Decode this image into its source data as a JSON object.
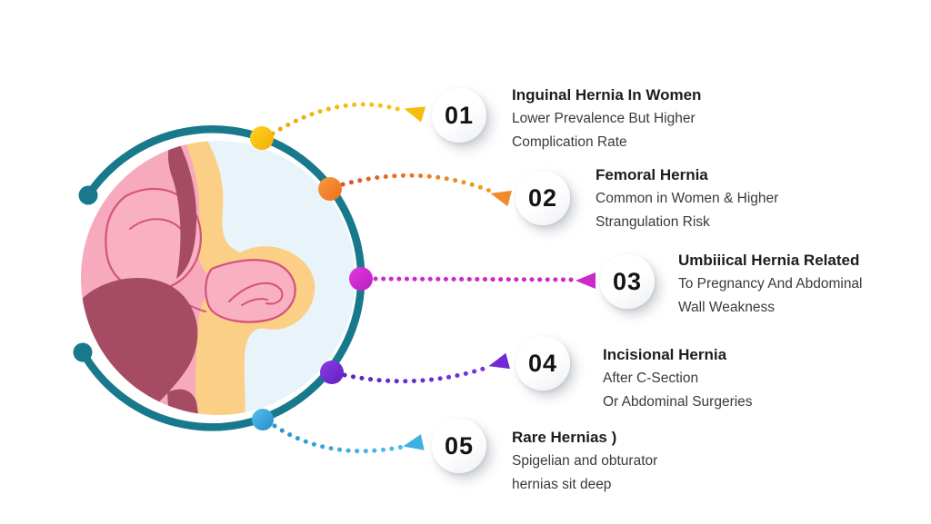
{
  "infographic": {
    "type": "numbered-step-diagram",
    "topic": "Hernia types in women",
    "items": [
      {
        "number": "01",
        "title": "Inguinal Hernia In Women",
        "description_lines": [
          "Lower Prevalence But Higher",
          "Complication Rate"
        ],
        "accent_color": "#f6bd0e"
      },
      {
        "number": "02",
        "title": "Femoral Hernia",
        "description_lines": [
          "Common in Women & Higher",
          "Strangulation Risk"
        ],
        "accent_color": "#f18a2b"
      },
      {
        "number": "03",
        "title": "Umbiiical Hernia Related",
        "description_lines": [
          "To Pregnancy And Abdominal",
          "Wall Weakness"
        ],
        "accent_color": "#ca2bc7"
      },
      {
        "number": "04",
        "title": "Incisional Hernia",
        "description_lines": [
          "After C-Section",
          "Or Abdominal Surgeries"
        ],
        "accent_color": "#7229d6"
      },
      {
        "number": "05",
        "title": "Rare Hernias )",
        "description_lines": [
          "Spigelian and obturator",
          "hernias sit deep"
        ],
        "accent_color": "#3fb0e4"
      }
    ],
    "illustration": {
      "name": "hernia-cross-section-illustration",
      "palette": {
        "ring_teal": "#17798b",
        "interior_pale_blue": "#e9f4fa",
        "tissue_pink": "#f7a9bd",
        "tissue_outline_pink": "#d4537b",
        "muscle_maroon": "#a54c64",
        "fat_yellow": "#fbcf85"
      }
    }
  }
}
